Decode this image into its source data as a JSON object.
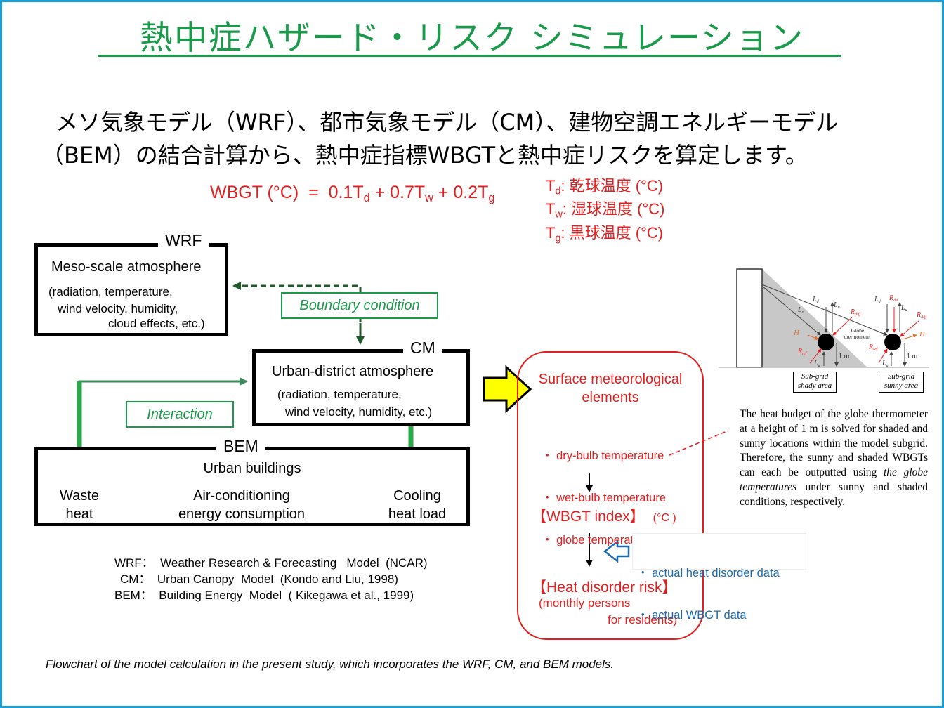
{
  "title": "熱中症ハザード・リスク シミュレーション",
  "intro": {
    "line1": "メソ気象モデル（WRF）、都市気象モデル（CM）、建物空調エネルギーモデル",
    "line2": "（BEM）の結合計算から、熱中症指標WBGTと熱中症リスクを算定します。"
  },
  "formula": {
    "lhs": "WBGT (°C)  =  0.1T",
    "sub_d": "d",
    "plus1": " + 0.7T",
    "sub_w": "w",
    "plus2": " + 0.2T",
    "sub_g": "g",
    "legend": [
      {
        "sym": "T",
        "sub": "d",
        "desc": ": 乾球温度 (°C)"
      },
      {
        "sym": "T",
        "sub": "w",
        "desc": ": 湿球温度 (°C)"
      },
      {
        "sym": "T",
        "sub": "g",
        "desc": ": 黒球温度 (°C)"
      }
    ]
  },
  "wrf": {
    "label": "WRF",
    "title": "Meso-scale atmosphere",
    "line1": "(radiation, temperature,",
    "line2": "wind velocity, humidity,",
    "line3": "cloud effects, etc.)"
  },
  "boundary": "Boundary condition",
  "cm": {
    "label": "CM",
    "title": "Urban-district atmosphere",
    "line1": "(radiation, temperature,",
    "line2": "wind velocity, humidity, etc.)"
  },
  "interaction": "Interaction",
  "bem": {
    "label": "BEM",
    "title": "Urban buildings",
    "waste1": "Waste",
    "waste2": "heat",
    "ac1": "Air-conditioning",
    "ac2": "energy consumption",
    "cool1": "Cooling",
    "cool2": "heat load"
  },
  "footnotes": {
    "wrf": "WRF：  Weather Research & Forecasting   Model  (NCAR)",
    "cm": "CM：  Urban Canopy  Model  (Kondo and Liu, 1998)",
    "bem": "BEM：  Building Energy  Model  ( Kikegawa et al., 1999)"
  },
  "surface": {
    "title1": "Surface meteorological",
    "title2": "elements",
    "items": [
      "・ dry-bulb temperature",
      "・ wet-bulb temperature",
      "・ globe temperature"
    ],
    "wbgt": "【WBGT index】",
    "wbgt_unit": "(°C )",
    "risk": "【Heat disorder risk】",
    "risk_sub1": "(monthly persons",
    "risk_sub2": "for residents)"
  },
  "data_inputs": [
    "・ actual heat disorder data",
    "・ actual WBGT data"
  ],
  "globe_figure": {
    "labels": {
      "ld": "L",
      "ld_sub": "d",
      "lu": "L",
      "lu_sub": "u",
      "rdiff": "R",
      "rdiff_sub": "diff",
      "rdir": "R",
      "rdir_sub": "dir",
      "rref": "R",
      "rref_sub": "ref",
      "h": "H",
      "globe1": "Globe",
      "globe2": "thermometer",
      "height": "1 m"
    },
    "shady1": "Sub-grid",
    "shady2": "shady area",
    "sunny1": "Sub-grid",
    "sunny2": "sunny area"
  },
  "info": "The heat budget of the globe thermometer at a height of 1 m is solved for shaded and sunny locations within the model subgrid. Therefore, the sunny and shaded WBGTs can each be outputted using",
  "info_italic": "the globe temperatures",
  "info_end": "under sunny and shaded conditions, respectively.",
  "caption": "Flowchart of the model calculation in the present study, which incorporates the WRF, CM, and BEM models.",
  "colors": {
    "frame": "#1aa0d8",
    "title": "#1a9a4a",
    "red": "#e02020",
    "green": "#1a9a4a",
    "blue": "#1a6ab0",
    "arrow_yellow": "#ffff00"
  }
}
